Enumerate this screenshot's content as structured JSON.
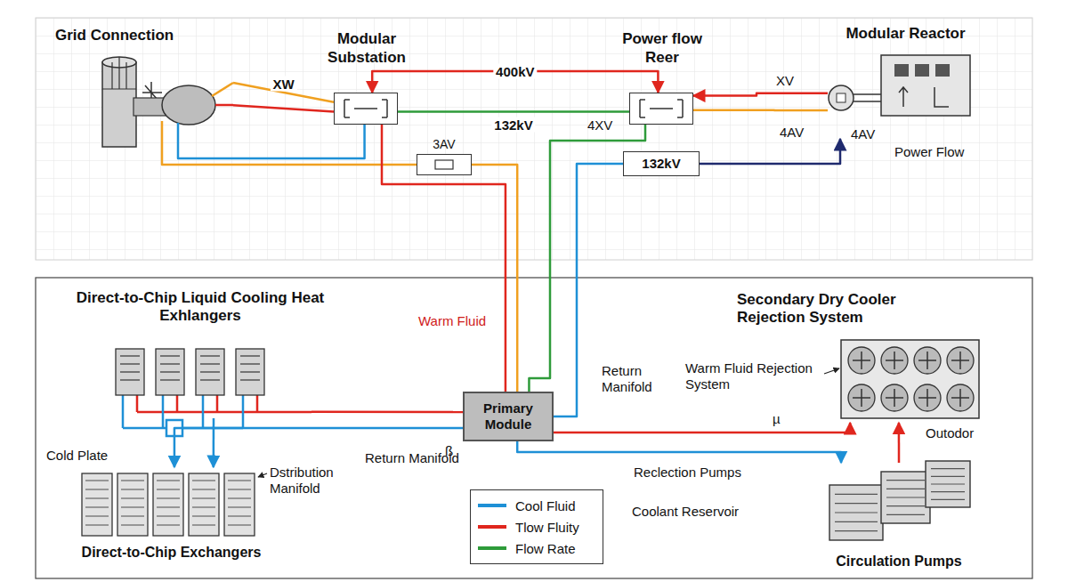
{
  "diagram": {
    "nodes": [
      {
        "text": [
          "Grid Connection"
        ]
      },
      {
        "text": [
          "Modular Substation"
        ]
      },
      {
        "text": [
          "Power flow Reer"
        ]
      },
      {
        "text": [
          "Modular Reactor"
        ]
      },
      {
        "text": [
          "3AV"
        ]
      },
      {
        "text": [
          "132kV"
        ]
      },
      {
        "text": [
          "Direct-to-Chip Liquid Cooling Heat Exhlangers"
        ]
      },
      {
        "text": [
          "Secondary Dry Cooler Rejection System"
        ]
      },
      {
        "text": [
          "Primary Module"
        ]
      },
      {
        "text": [
          "Direct-to-Chip Exchangers"
        ]
      },
      {
        "text": [
          "Circulation Pumps"
        ]
      }
    ],
    "edges": [
      {
        "from": 0,
        "to": 1,
        "arrow": "none",
        "label": "XW"
      },
      {
        "from": 0,
        "to": 1,
        "arrow": "none"
      },
      {
        "from": 0,
        "to": 1,
        "arrow": "none"
      },
      {
        "from": 0,
        "to": 4,
        "arrow": "none"
      },
      {
        "from": 4,
        "to": 8,
        "arrow": "none"
      },
      {
        "from": 1,
        "to": 8,
        "arrow": "none"
      },
      {
        "from": 1,
        "to": 2,
        "arrow": "none",
        "label": "132kV"
      },
      {
        "from": 1,
        "to": 2,
        "arrow": "both",
        "label": "400kV"
      },
      {
        "from": 3,
        "to": 2,
        "arrow": "to"
      },
      {
        "from": 2,
        "to": 3,
        "arrow": "none"
      },
      {
        "from": 2,
        "to": 8,
        "arrow": "none"
      },
      {
        "from": 5,
        "to": 3,
        "arrow": "to"
      },
      {
        "from": 5,
        "to": 8,
        "arrow": "none"
      },
      {
        "from": 8,
        "to": 7,
        "arrow": "to"
      },
      {
        "from": 8,
        "to": 10,
        "arrow": "to"
      },
      {
        "from": 10,
        "to": 7,
        "arrow": "to"
      },
      {
        "from": 6,
        "to": 8,
        "arrow": "none"
      },
      {
        "from": 8,
        "to": 9,
        "arrow": "to"
      },
      {
        "from": 6,
        "to": 9,
        "arrow": "to"
      }
    ],
    "labels": [
      "XV",
      "4XV",
      "4AV",
      "4AV",
      "Power Flow",
      "Warm Fluid",
      "Return Manifold",
      "Warm Fluid Rejection System",
      "µ",
      "Cold Plate",
      "Dstribution Manifold",
      "Return Manifold",
      "ß",
      "Outodor",
      "Reclection Pumps",
      "Coolant Reservoir"
    ],
    "legend": [
      {
        "text": "Cool Fluid",
        "color": "#1e90d6"
      },
      {
        "text": "Tlow Fluity",
        "color": "#e0261e"
      },
      {
        "text": "Flow Rate",
        "color": "#2e9b3a"
      }
    ]
  }
}
